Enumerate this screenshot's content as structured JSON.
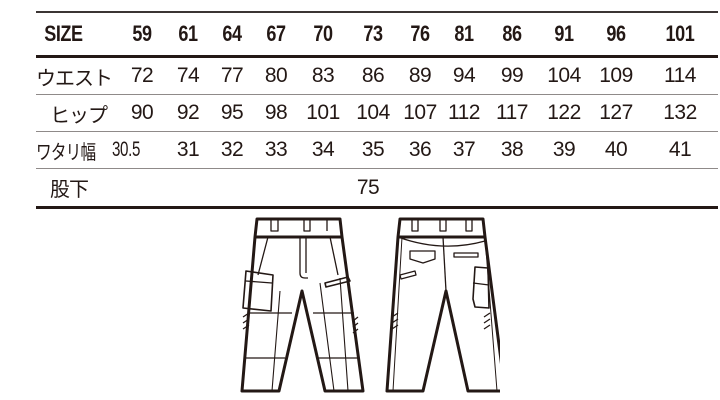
{
  "size_chart": {
    "header": {
      "label": "SIZE",
      "sizes": [
        "59",
        "61",
        "64",
        "67",
        "70",
        "73",
        "76",
        "81",
        "86",
        "91",
        "96",
        "101"
      ]
    },
    "rows": [
      {
        "label": "ウエスト",
        "values": [
          "72",
          "74",
          "77",
          "80",
          "83",
          "86",
          "89",
          "94",
          "99",
          "104",
          "109",
          "114"
        ]
      },
      {
        "label": "ヒップ",
        "values": [
          "90",
          "92",
          "95",
          "98",
          "101",
          "104",
          "107",
          "112",
          "117",
          "122",
          "127",
          "132"
        ]
      },
      {
        "label": "ワタリ幅",
        "values": [
          "30.5",
          "31",
          "32",
          "33",
          "34",
          "35",
          "36",
          "37",
          "38",
          "39",
          "40",
          "41"
        ]
      },
      {
        "label": "股下",
        "value": "75"
      }
    ]
  },
  "illustrations": {
    "front": "pants-front-view",
    "back": "pants-back-view"
  },
  "colors": {
    "text": "#231815",
    "rule_thick": "#231815",
    "rule_thin": "#8f8a89"
  }
}
